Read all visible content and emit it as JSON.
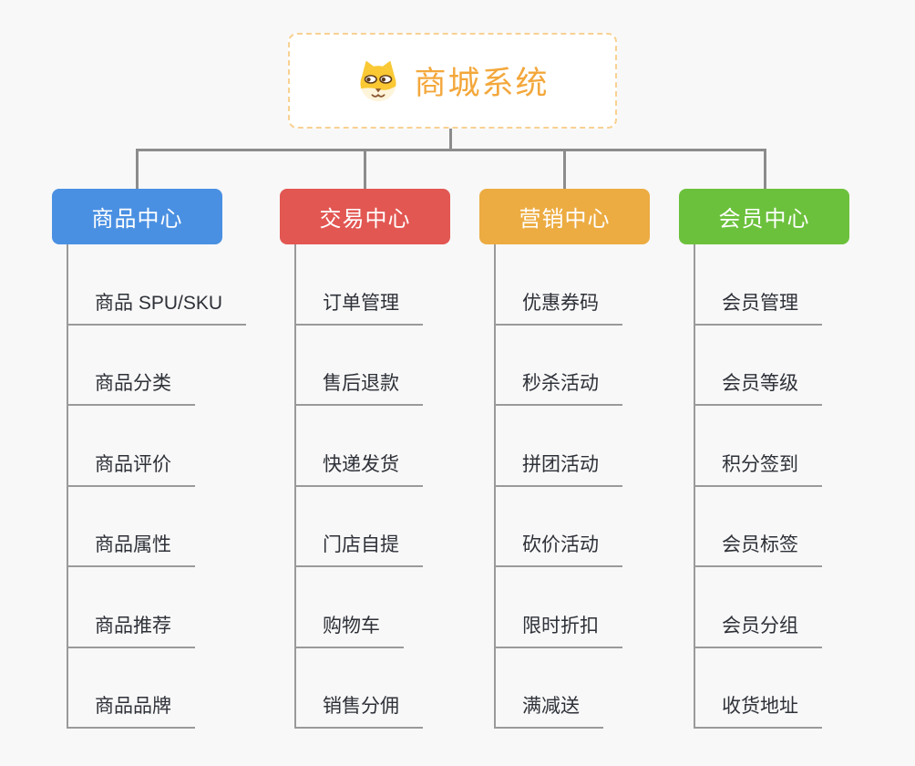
{
  "canvas": {
    "background": "#f8f8f8"
  },
  "root": {
    "title": "商城系统",
    "icon": "shiba-dog-face-icon",
    "text_color": "#f3a73b",
    "border_color": "#f8d193"
  },
  "connectors": {
    "trunk_color": "#8c8c8c",
    "child_line_color": "#9a9a9a"
  },
  "branches": [
    {
      "label": "商品中心",
      "color": "#4a90e2",
      "items": [
        "商品 SPU/SKU",
        "商品分类",
        "商品评价",
        "商品属性",
        "商品推荐",
        "商品品牌"
      ]
    },
    {
      "label": "交易中心",
      "color": "#e25752",
      "items": [
        "订单管理",
        "售后退款",
        "快递发货",
        "门店自提",
        "购物车",
        "销售分佣"
      ]
    },
    {
      "label": "营销中心",
      "color": "#ecac42",
      "items": [
        "优惠券码",
        "秒杀活动",
        "拼团活动",
        "砍价活动",
        "限时折扣",
        "满减送"
      ]
    },
    {
      "label": "会员中心",
      "color": "#6cc13c",
      "items": [
        "会员管理",
        "会员等级",
        "积分签到",
        "会员标签",
        "会员分组",
        "收货地址"
      ]
    }
  ]
}
